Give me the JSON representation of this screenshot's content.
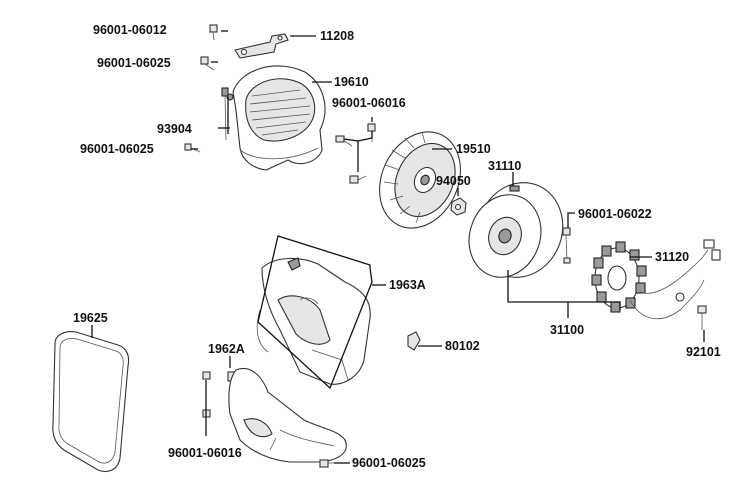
{
  "labels": {
    "bolt_96001_06012": "96001-06012",
    "bracket_11208": "11208",
    "bolt_96001_06025_top": "96001-06025",
    "fan_cover_19610": "19610",
    "bolt_96001_06016_top": "96001-06016",
    "part_93904": "93904",
    "bolt_96001_06025_left": "96001-06025",
    "fan_19510": "19510",
    "flywheel_31110": "31110",
    "nut_94050": "94050",
    "bolt_96001_06022": "96001-06022",
    "stator_31120": "31120",
    "shroud_1963A": "1963A",
    "gasket_19625": "19625",
    "assembly_31100": "31100",
    "clip_80102": "80102",
    "shroud_1962A": "1962A",
    "bolt_92101": "92101",
    "bolt_96001_06016_bottom": "96001-06016",
    "bolt_96001_06025_bottom": "96001-06025"
  }
}
